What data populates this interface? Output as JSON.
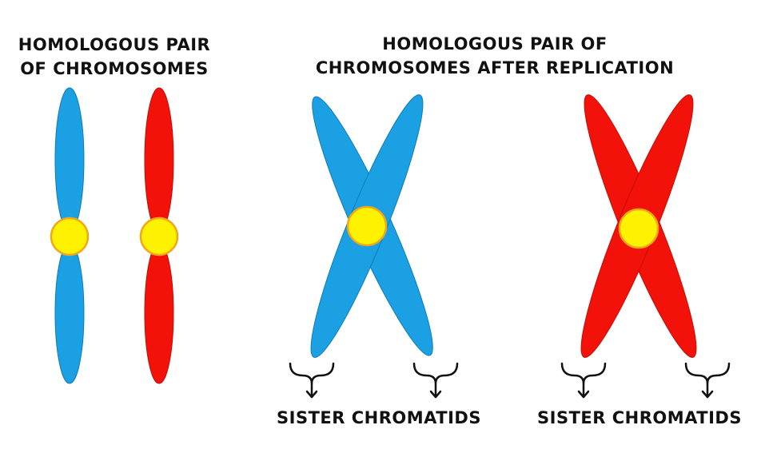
{
  "titles": {
    "left": {
      "line1": "HOMOLOGOUS PAIR",
      "line2": "OF CHROMOSOMES"
    },
    "right": {
      "line1": "HOMOLOGOUS PAIR OF",
      "line2": "CHROMOSOMES AFTER REPLICATION"
    }
  },
  "captions": {
    "blue_pair": "SISTER CHROMATIDS",
    "red_pair": "SISTER CHROMATIDS"
  },
  "colors": {
    "blue_chromosome": "#1aa0e3",
    "blue_outline": "#0f7cb8",
    "red_chromosome": "#f2120a",
    "red_outline": "#c40d06",
    "centromere": "#fff200",
    "centromere_outline": "#f0a81a",
    "text": "#111111"
  }
}
